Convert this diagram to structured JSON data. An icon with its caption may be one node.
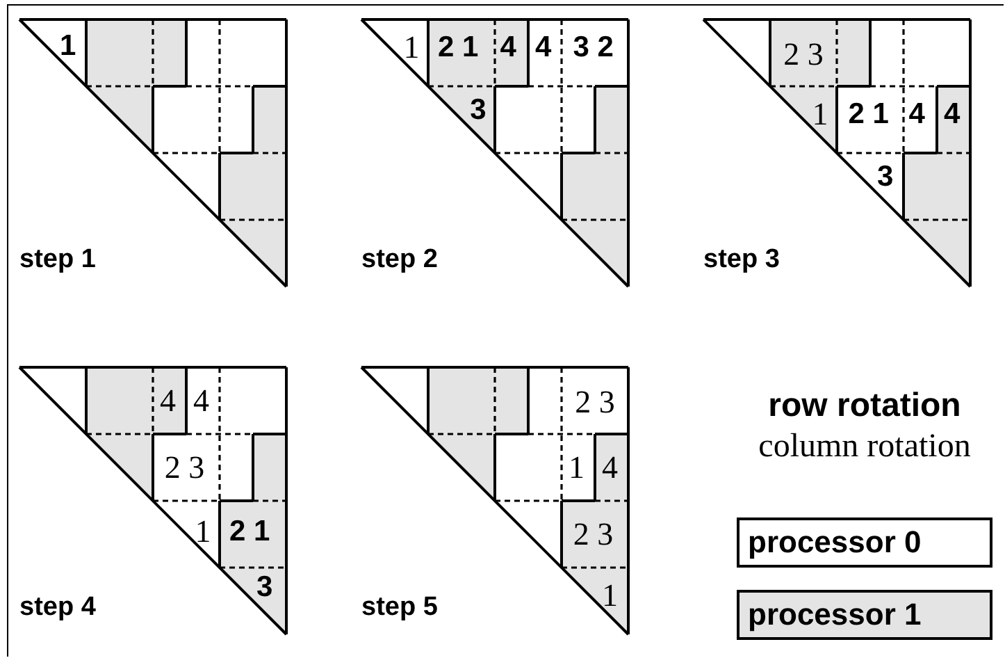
{
  "diagram": {
    "labels": [
      "1",
      "step 1",
      "1",
      "2 1",
      "4",
      "4",
      "3 2",
      "3",
      "step 2",
      "2 3",
      "1",
      "2 1",
      "4",
      "4",
      "3",
      "step 3",
      "4",
      "4",
      "2 3",
      "1",
      "2 1",
      "3",
      "step 4",
      "2 3",
      "1",
      "4",
      "2 3",
      "1",
      "step 5",
      "row rotation",
      "column rotation"
    ],
    "legend": [
      {
        "text": "processor 0",
        "color": "#ffffff"
      },
      {
        "text": "processor 1",
        "color": "#e4e4e4"
      }
    ]
  }
}
